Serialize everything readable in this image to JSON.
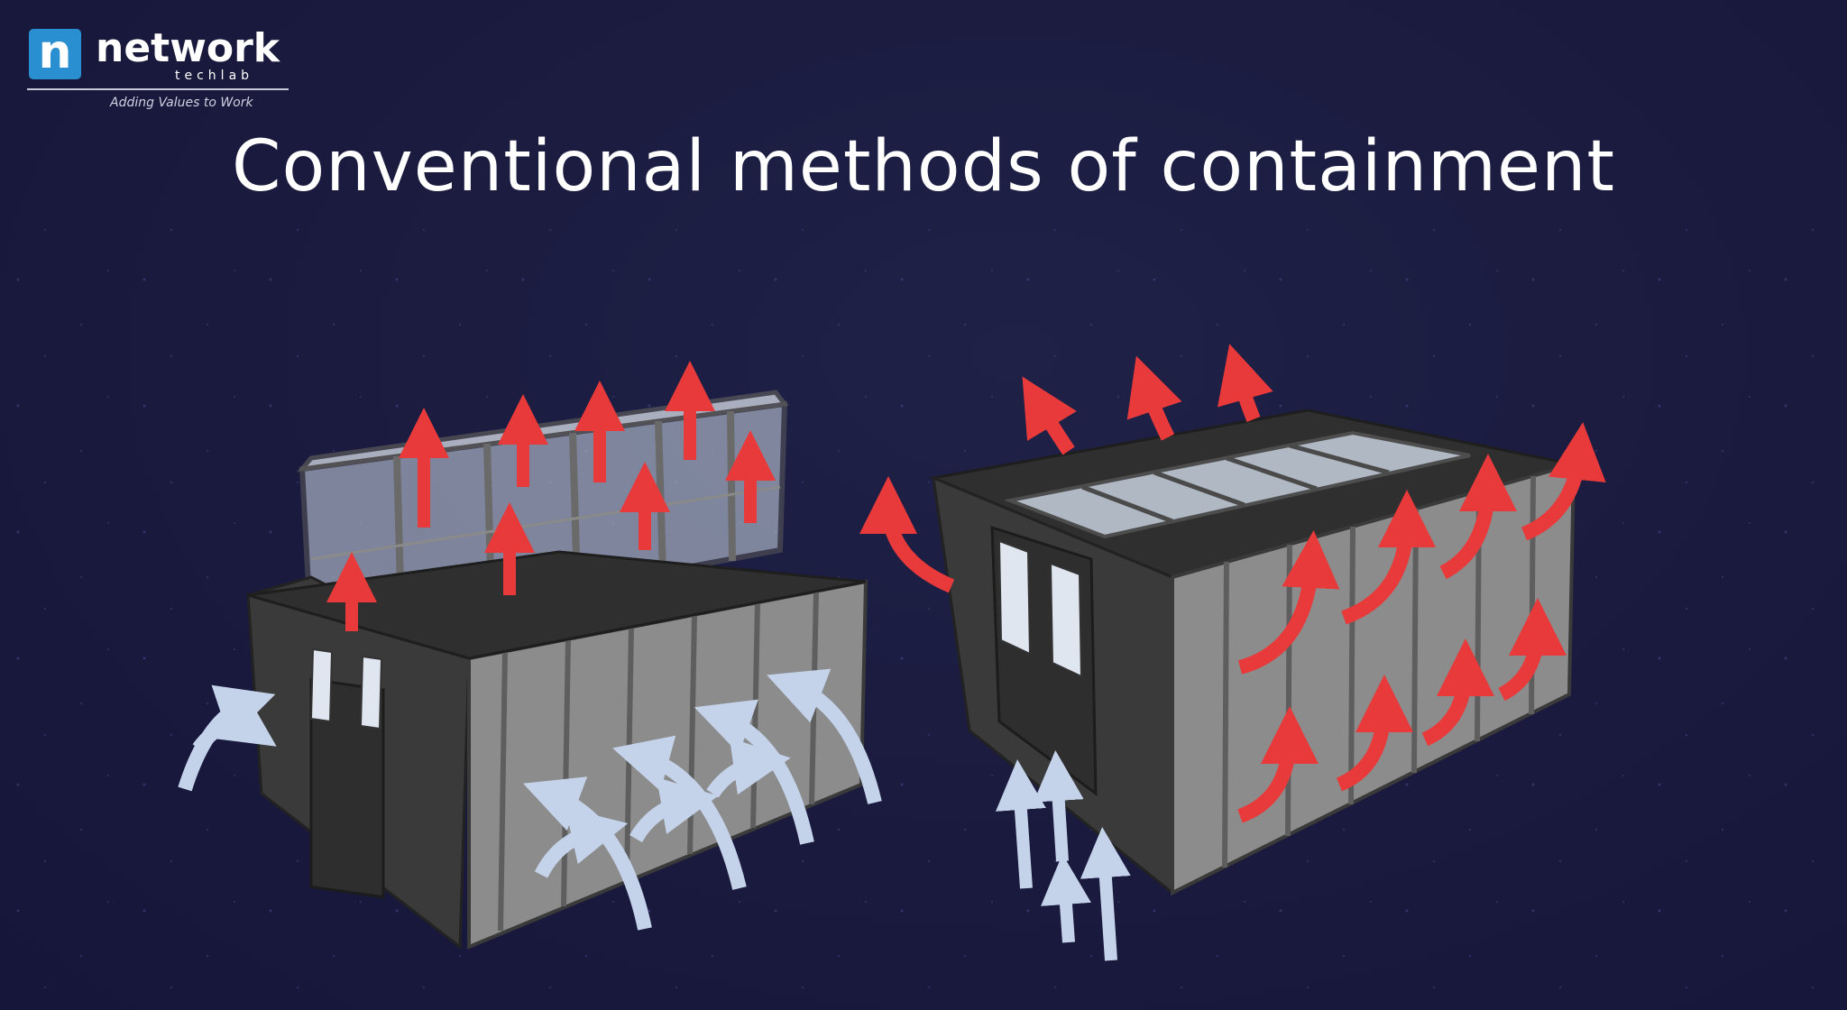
{
  "brand": {
    "mark": "n",
    "name": "network",
    "subname": "techlab",
    "tagline": "Adding Values to Work",
    "color": "#2a8fd0"
  },
  "slide": {
    "title": "Conventional methods of containment"
  },
  "colors": {
    "background": "#1a1a3e",
    "hot_air": "#e83a3a",
    "cold_air": "#c5d3ea",
    "panel": "#8c8c8c",
    "frame": "#3a3a3a",
    "roof": "#2f2f2f",
    "glass": "#cfdbe8"
  },
  "illustrations": [
    {
      "name": "hot-aisle-containment",
      "airflow_icons": [
        "cold-air-arrow-icon",
        "hot-air-arrow-icon"
      ]
    },
    {
      "name": "cold-aisle-containment",
      "airflow_icons": [
        "cold-air-arrow-icon",
        "hot-air-arrow-icon"
      ]
    }
  ]
}
